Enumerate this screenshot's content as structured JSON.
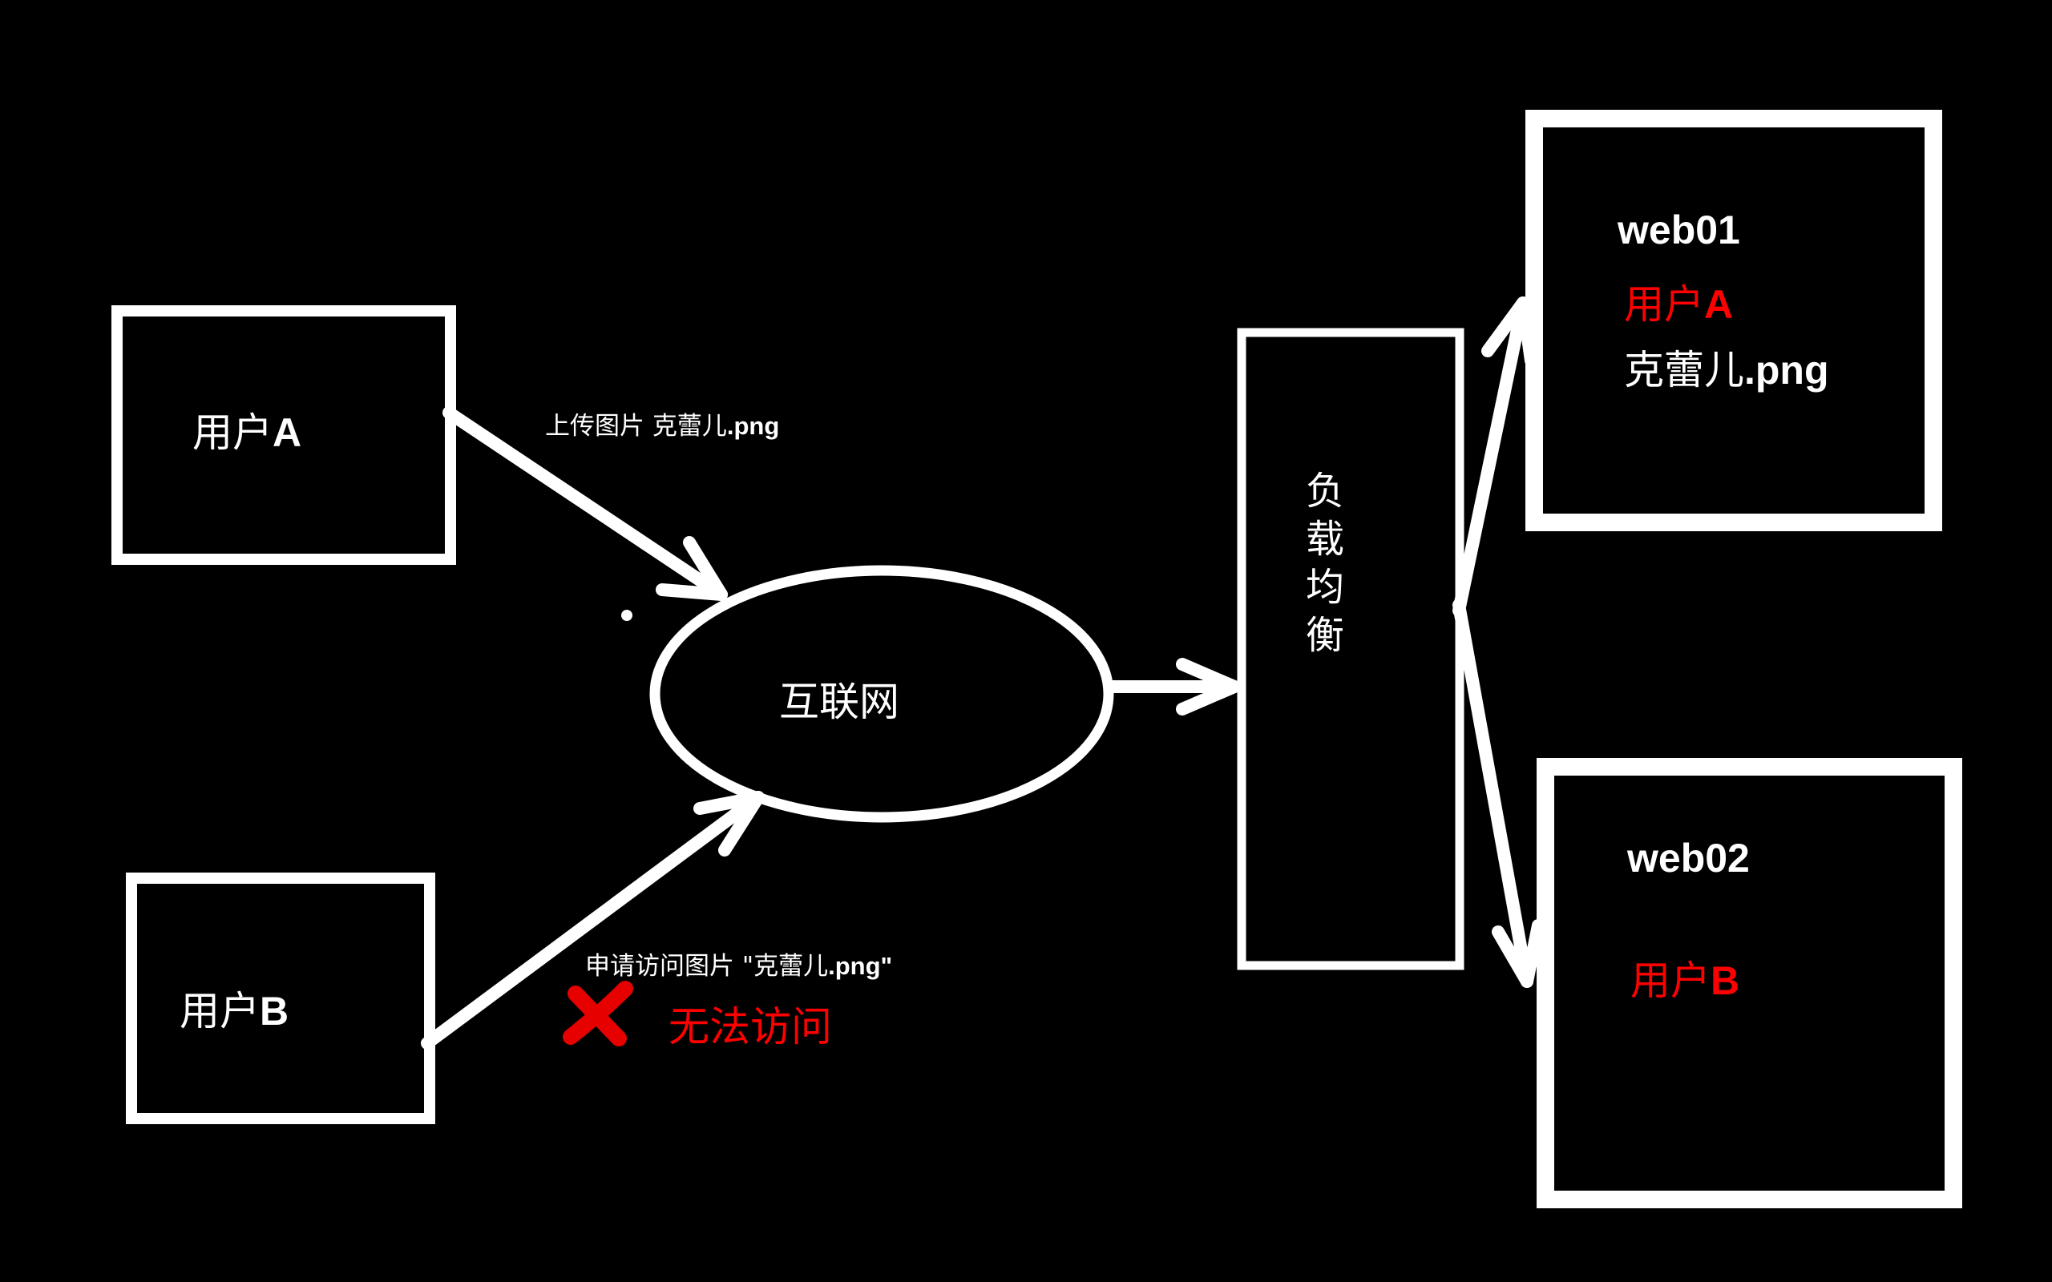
{
  "nodes": {
    "user_a": {
      "label_cjk": "用户",
      "label_letter": "A"
    },
    "user_b": {
      "label_cjk": "用户",
      "label_letter": "B"
    },
    "internet": {
      "label": "互联网"
    },
    "load_balancer": {
      "label": "负载均衡"
    },
    "web01": {
      "title": "web01",
      "user_cjk": "用户",
      "user_letter": "A",
      "file_cjk": "克蕾儿",
      "file_ext": ".png"
    },
    "web02": {
      "title": "web02",
      "user_cjk": "用户",
      "user_letter": "B"
    }
  },
  "edges": {
    "upload": {
      "label_cjk": "上传图片  克蕾儿",
      "label_ext": ".png"
    },
    "request": {
      "label_cjk": "申请访问图片  \"克蕾儿",
      "label_ext": ".png\""
    }
  },
  "status": {
    "denied_text": "无法访问",
    "denied_icon": "cross-icon"
  },
  "colors": {
    "background": "#000000",
    "stroke": "#ffffff",
    "alert": "#ff0000"
  }
}
